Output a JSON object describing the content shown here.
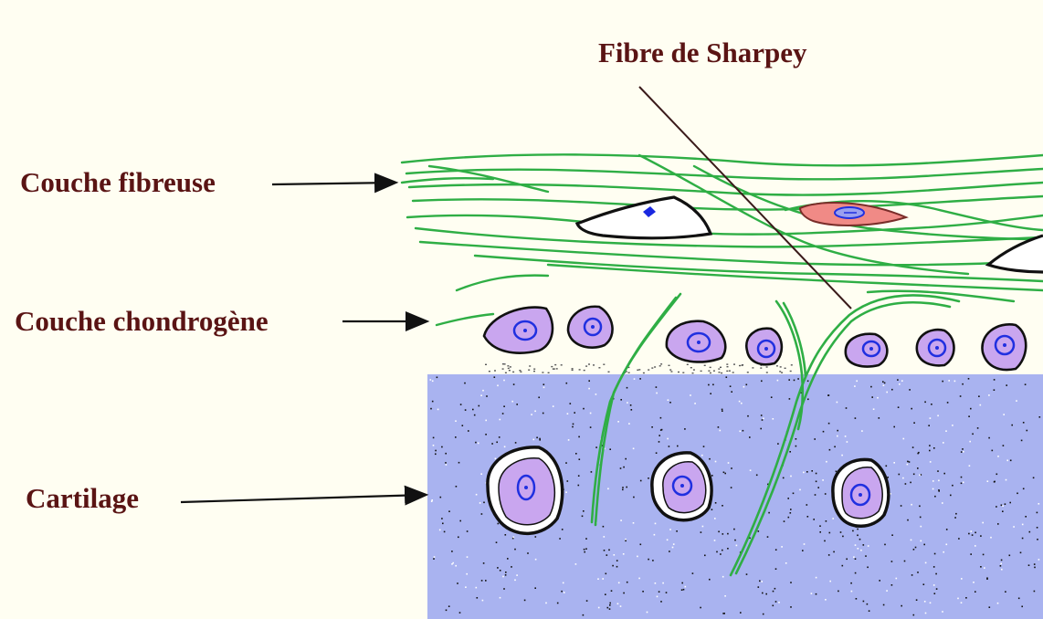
{
  "labels": {
    "sharpey": "Fibre de Sharpey",
    "fibreuse": "Couche fibreuse",
    "chondrogene": "Couche chondrogène",
    "cartilage": "Cartilage"
  },
  "colors": {
    "background": "#fffef2",
    "label_text": "#5a1414",
    "cartilage_fill": "#a9b3f0",
    "fiber": "#2fae45",
    "cell_fill": "#c9a6ef",
    "nucleus": "#2030e0",
    "fibroblast_fill": "#f08a86"
  }
}
